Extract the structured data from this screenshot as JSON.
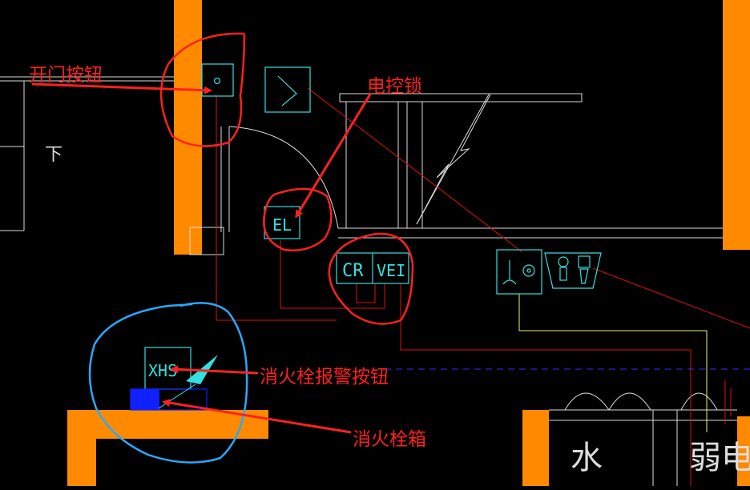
{
  "labels": {
    "door_button": "开门按钮",
    "electric_lock": "电控锁",
    "hydrant_alarm_button": "消火栓报警按钮",
    "hydrant_box": "消火栓箱"
  },
  "symbols": {
    "el": "EL",
    "cr": "CR",
    "vei": "VEI",
    "xhs": "XHS",
    "down": "下",
    "water": "水",
    "weak": "弱",
    "elec": "电"
  },
  "colors": {
    "background": "#000000",
    "wall": "#ff8a00",
    "cyan_line": "#33e0e0",
    "red_line": "#e01010",
    "white_line": "#dddddd",
    "yellow_line": "#f2f26a",
    "annotation_red": "#ff2020",
    "highlight_blue": "#2aa8ff",
    "hydrant_box_fill": "#1020ff",
    "dashed_blue": "#3030ff"
  }
}
